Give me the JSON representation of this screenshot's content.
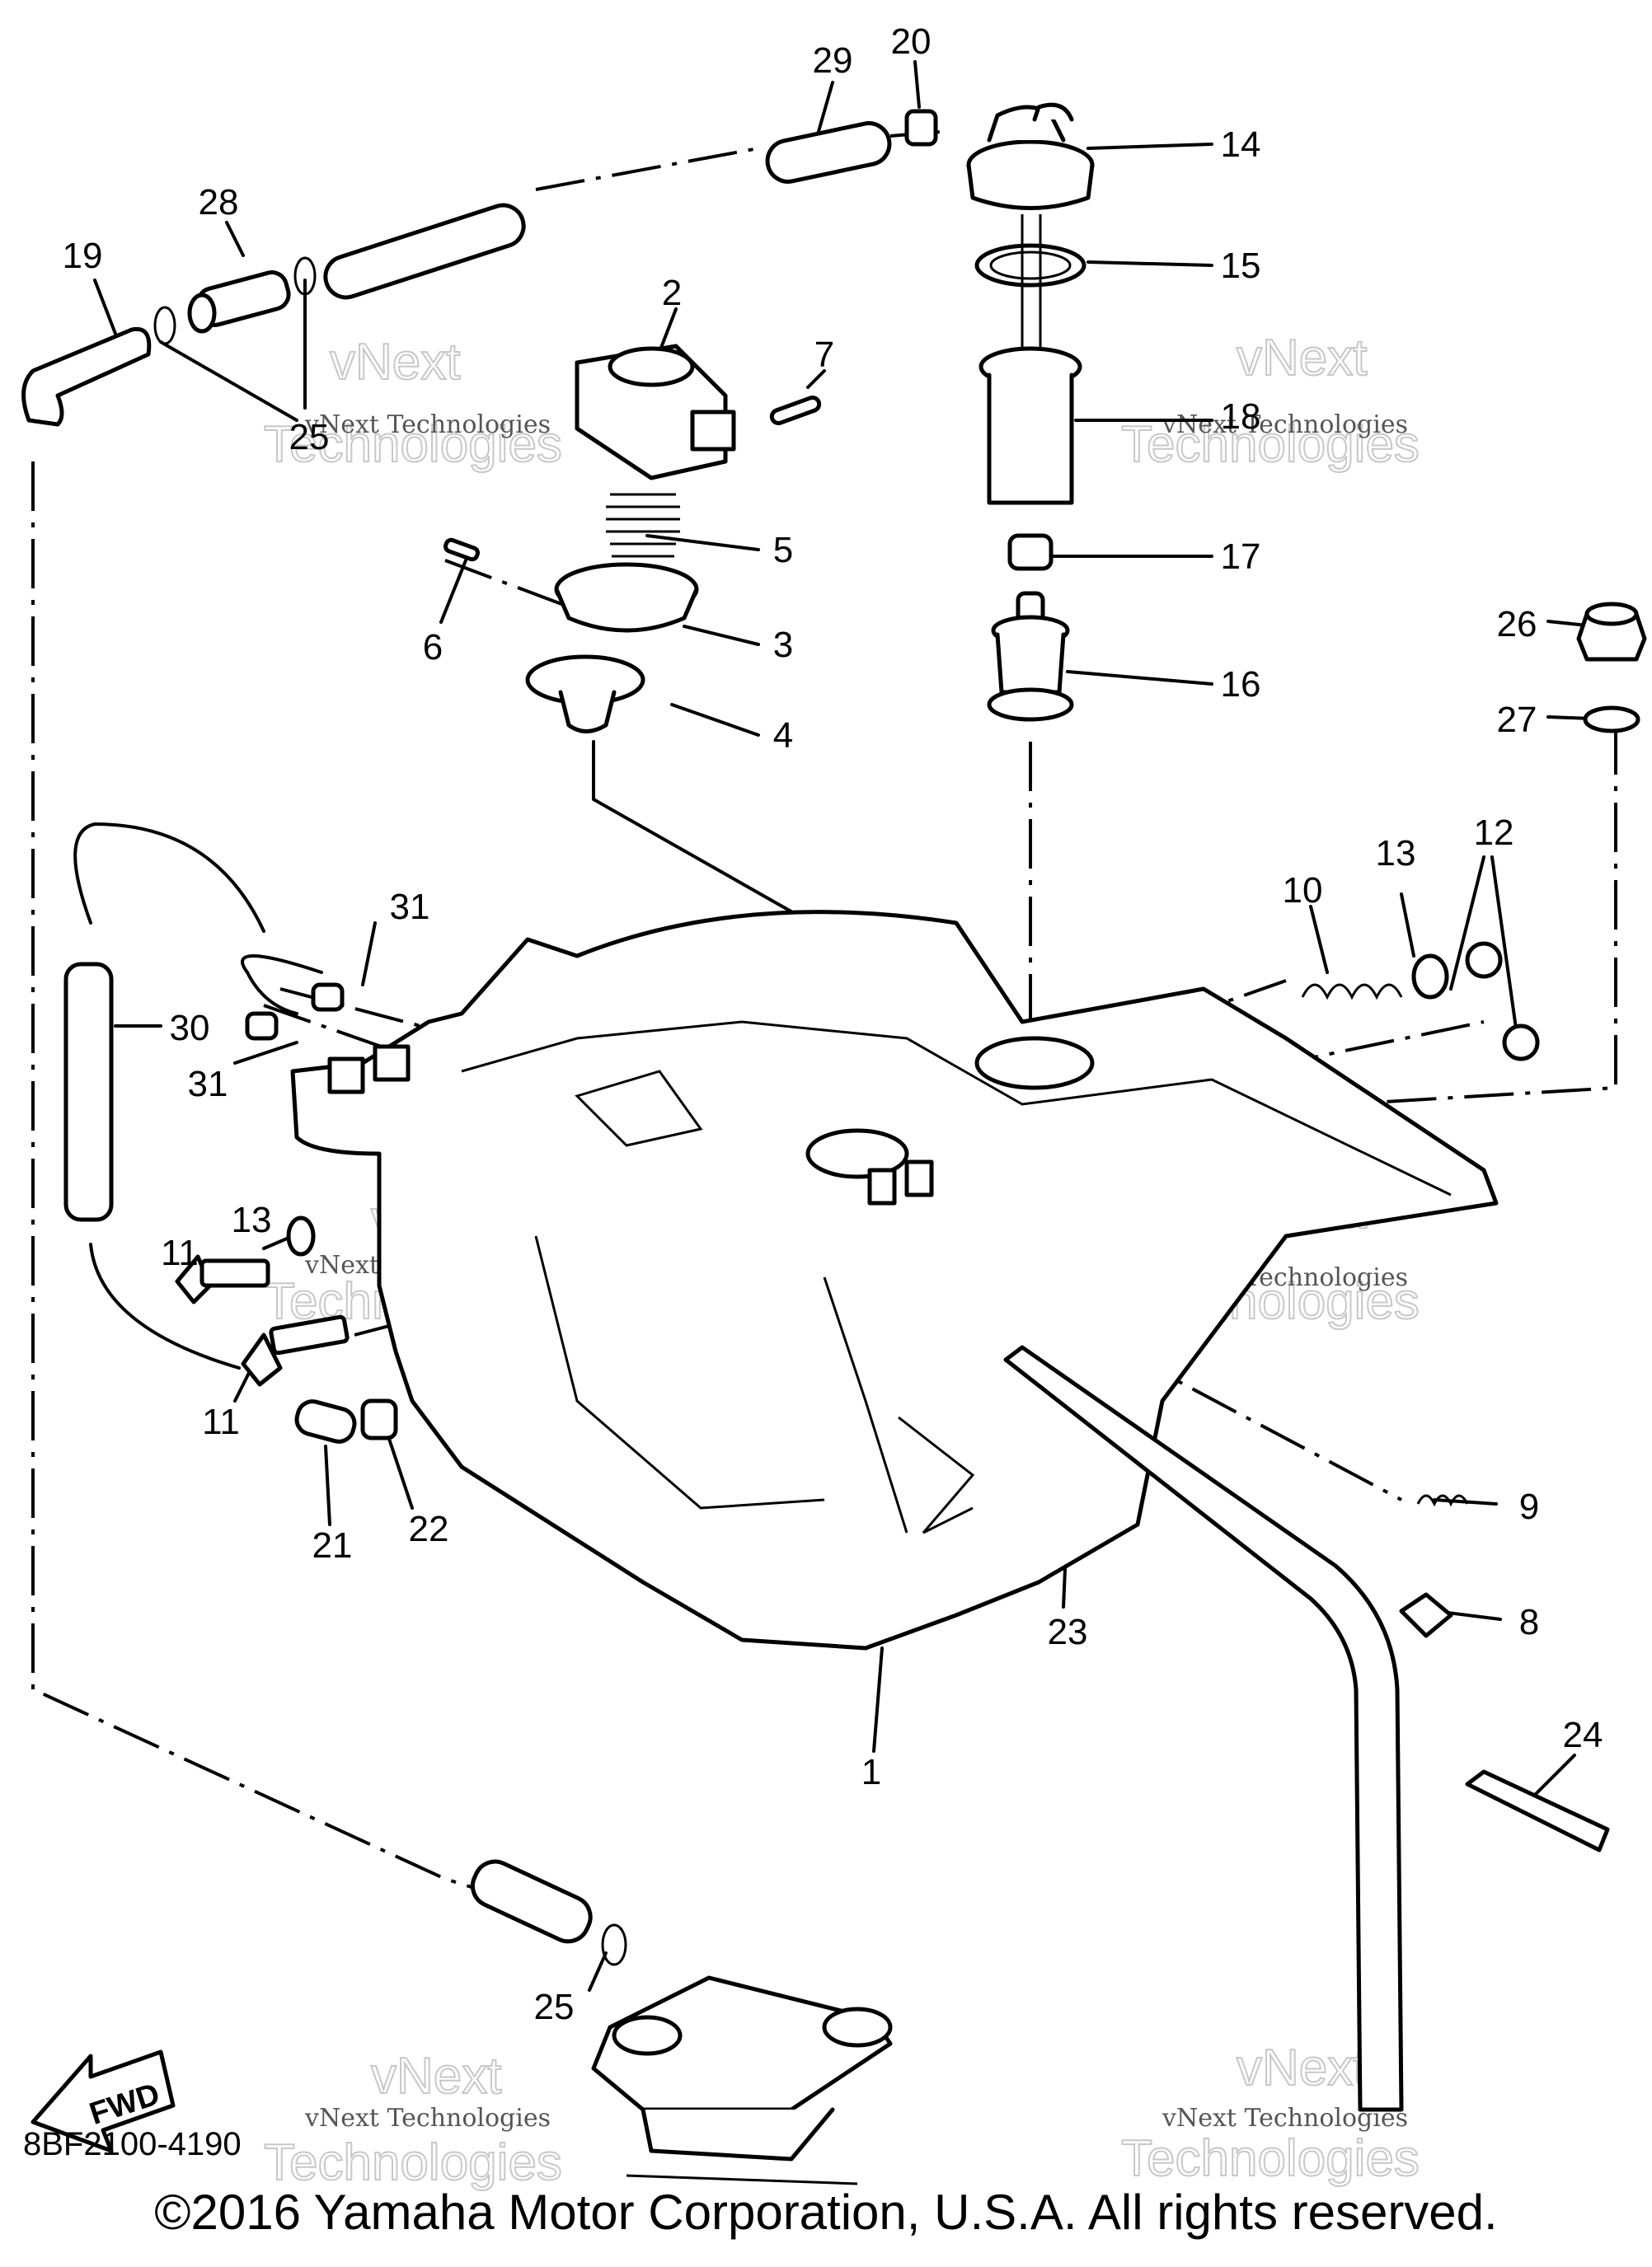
{
  "callouts": [
    {
      "label": "1"
    },
    {
      "label": "2"
    },
    {
      "label": "3"
    },
    {
      "label": "4"
    },
    {
      "label": "5"
    },
    {
      "label": "6"
    },
    {
      "label": "7"
    },
    {
      "label": "8"
    },
    {
      "label": "9"
    },
    {
      "label": "10"
    },
    {
      "label": "11"
    },
    {
      "label": "11"
    },
    {
      "label": "12"
    },
    {
      "label": "13"
    },
    {
      "label": "13"
    },
    {
      "label": "14"
    },
    {
      "label": "15"
    },
    {
      "label": "16"
    },
    {
      "label": "17"
    },
    {
      "label": "18"
    },
    {
      "label": "19"
    },
    {
      "label": "20"
    },
    {
      "label": "21"
    },
    {
      "label": "22"
    },
    {
      "label": "23"
    },
    {
      "label": "24"
    },
    {
      "label": "25"
    },
    {
      "label": "25"
    },
    {
      "label": "26"
    },
    {
      "label": "27"
    },
    {
      "label": "28"
    },
    {
      "label": "29"
    },
    {
      "label": "30"
    },
    {
      "label": "31"
    },
    {
      "label": "31"
    }
  ],
  "fwd_label": "FWD",
  "diagram_code": "8BF2100-4190",
  "copyright": "©2016 Yamaha Motor Corporation, U.S.A. All rights reserved.",
  "watermark": {
    "small": "vNext Technologies",
    "big_line1": "vNext",
    "big_line2": "Technologies"
  }
}
